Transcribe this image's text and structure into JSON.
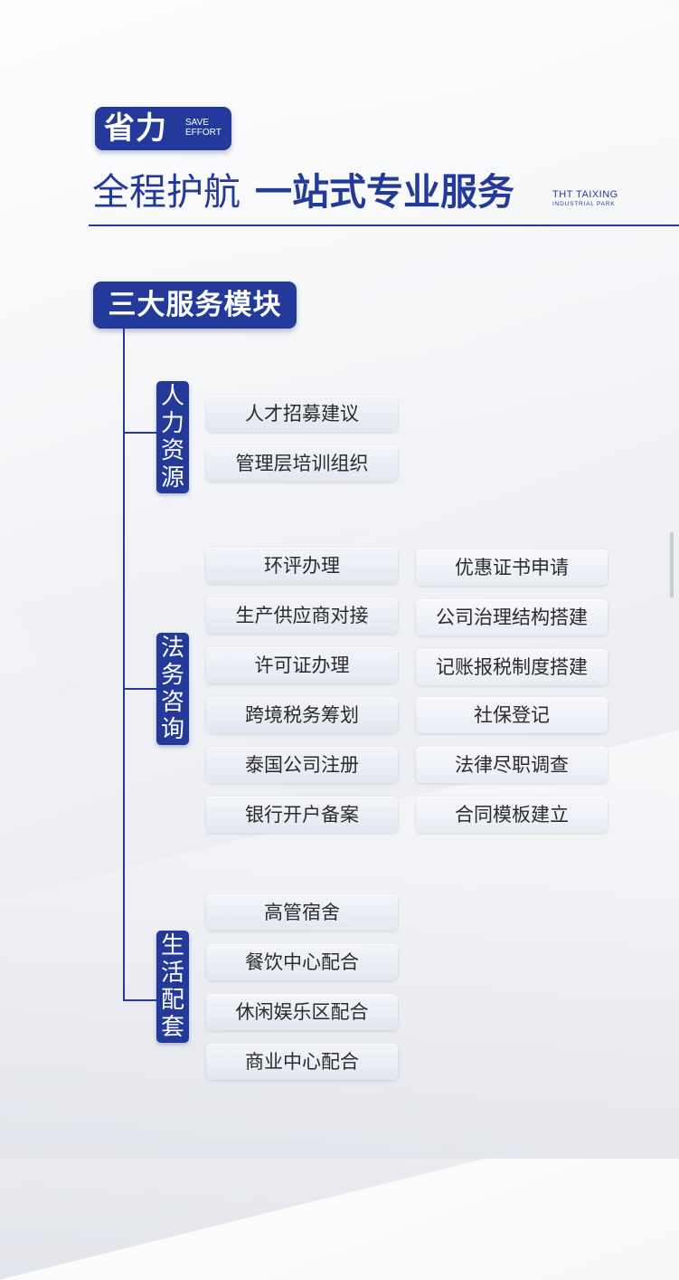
{
  "badge": {
    "main": "省力",
    "sub_line1": "SAVE",
    "sub_line2": "EFFORT"
  },
  "headline": {
    "part1": "全程护航",
    "part2": "一站式专业服务"
  },
  "park": {
    "line1": "THT TAIXING",
    "line2": "INDUSTRIAL PARK"
  },
  "modules_title": "三大服务模块",
  "categories": [
    {
      "label": "人力资源",
      "left_items": [
        "人才招募建议",
        "管理层培训组织"
      ],
      "right_items": []
    },
    {
      "label": "法务咨询",
      "left_items": [
        "环评办理",
        "生产供应商对接",
        "许可证办理",
        "跨境税务筹划",
        "泰国公司注册",
        "银行开户备案"
      ],
      "right_items": [
        "优惠证书申请",
        "公司治理结构搭建",
        "记账报税制度搭建",
        "社保登记",
        "法律尽职调查",
        "合同模板建立"
      ]
    },
    {
      "label": "生活配套",
      "left_items": [
        "高管宿舍",
        "餐饮中心配合",
        "休闲娱乐区配合",
        "商业中心配合"
      ],
      "right_items": []
    }
  ],
  "colors": {
    "brand": "#233a9a",
    "item_bg": "#e3e7f0",
    "text": "#2b2b2b"
  }
}
